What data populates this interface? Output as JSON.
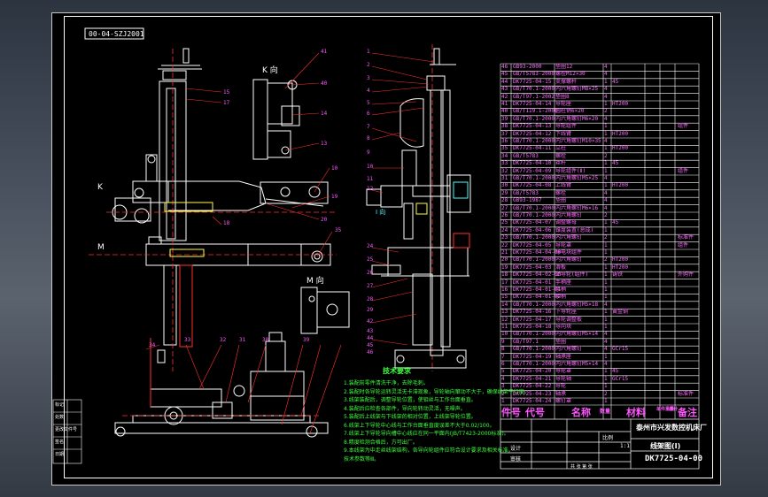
{
  "drawing": {
    "stamp": "00-04-SZJ2001",
    "company": "泰州市兴发数控机床厂",
    "drawing_title": "线架图(Ⅰ)",
    "drawing_number": "DK7725-04-00",
    "section_labels": {
      "K": "K",
      "M": "M",
      "I_view": "I 向",
      "K_view": "K 向",
      "M_view": "M 向"
    },
    "tech_title": "技术要求",
    "tech_notes": [
      "1.装配前零件清洗干净，去除毛刺。",
      "2.装配时各导轮运转灵活无卡滞现象，导轮轴向窜动不大于，确保线架平行度。",
      "3.线架装配后，调整导轮位置，使钼丝与工作台面垂直。",
      "4.装配后应检查各部件，导向轮转动灵活，无噪声。",
      "5.装配后上线架与下线架的相对位置，上线架导轮位置。",
      "6.线架上下导轮中心线与工作台面垂直度误差不大于0.02/100。",
      "7.线架上下导轮导向槽中心线应在同一平面内(JB/T7423-2000标准)。",
      "8.精度检测合格后，方可出厂。",
      "9.本线架为中走丝线架结构，各导向轮组件应符合设计要求及相关标准。",
      "   技术参数等Ⅲ。"
    ],
    "left_table": [
      "标记",
      "处数",
      "更改文件号",
      "签名",
      "日期"
    ],
    "title_block": {
      "headers": [
        "件号",
        "代号",
        "名称",
        "数量",
        "材料",
        "单件重量",
        "总计",
        "备注"
      ],
      "designer": "设计",
      "checker": "审核",
      "scale_label": "比例",
      "scale": "1:1",
      "sheet": "共 张 第 张"
    },
    "parts": [
      {
        "no": "46",
        "code": "GB93-2000",
        "name": "垫圈12",
        "qty": "4",
        "mat": "",
        "rem": ""
      },
      {
        "no": "45",
        "code": "GB/T5783-2000",
        "name": "螺栓M12×30",
        "qty": "4",
        "mat": "",
        "rem": ""
      },
      {
        "no": "44",
        "code": "DK7725-04-15",
        "name": "支撑螺杆",
        "qty": "1",
        "mat": "45",
        "rem": ""
      },
      {
        "no": "43",
        "code": "GB/T70.1-2000",
        "name": "内六角螺钉M8×25",
        "qty": "4",
        "mat": "",
        "rem": ""
      },
      {
        "no": "42",
        "code": "GB/T97.1-2002",
        "name": "垫圈8",
        "qty": "4",
        "mat": "",
        "rem": ""
      },
      {
        "no": "41",
        "code": "DK7725-04-14",
        "name": "导轮座",
        "qty": "1",
        "mat": "HT200",
        "rem": ""
      },
      {
        "no": "40",
        "code": "GB/T119.1-2000",
        "name": "圆柱销6×20",
        "qty": "2",
        "mat": "",
        "rem": ""
      },
      {
        "no": "39",
        "code": "GB/T70.1-2000",
        "name": "内六角螺钉M6×20",
        "qty": "4",
        "mat": "",
        "rem": ""
      },
      {
        "no": "38",
        "code": "DK7725-04-13",
        "name": "导轮组件",
        "qty": "1",
        "mat": "",
        "rem": "组件"
      },
      {
        "no": "37",
        "code": "DK7725-04-12",
        "name": "下线臂",
        "qty": "1",
        "mat": "HT200",
        "rem": ""
      },
      {
        "no": "36",
        "code": "GB/T70.1-2000",
        "name": "内六角螺钉M10×35",
        "qty": "4",
        "mat": "",
        "rem": ""
      },
      {
        "no": "35",
        "code": "DK7725-04-11",
        "name": "立柱",
        "qty": "1",
        "mat": "HT200",
        "rem": ""
      },
      {
        "no": "34",
        "code": "GB/T5783",
        "name": "螺栓",
        "qty": "2",
        "mat": "",
        "rem": ""
      },
      {
        "no": "33",
        "code": "DK7725-04-10",
        "name": "丝杆",
        "qty": "1",
        "mat": "45",
        "rem": ""
      },
      {
        "no": "32",
        "code": "DK7725-04-09",
        "name": "导轮组件(Ⅱ)",
        "qty": "1",
        "mat": "",
        "rem": "组件"
      },
      {
        "no": "31",
        "code": "GB/T70.1-2000",
        "name": "内六角螺钉M5×25",
        "qty": "4",
        "mat": "",
        "rem": ""
      },
      {
        "no": "30",
        "code": "DK7725-04-08",
        "name": "上线臂",
        "qty": "1",
        "mat": "HT200",
        "rem": ""
      },
      {
        "no": "29",
        "code": "GB/T5783",
        "name": "螺栓",
        "qty": "4",
        "mat": "",
        "rem": ""
      },
      {
        "no": "28",
        "code": "GB93-1987",
        "name": "垫圈",
        "qty": "4",
        "mat": "",
        "rem": ""
      },
      {
        "no": "27",
        "code": "GB/T70.1-2000",
        "name": "内六角螺钉M6×16",
        "qty": "4",
        "mat": "",
        "rem": ""
      },
      {
        "no": "26",
        "code": "GB/T70.1-2000",
        "name": "内六角螺钉",
        "qty": "2",
        "mat": "",
        "rem": ""
      },
      {
        "no": "25",
        "code": "DK7725-04-07",
        "name": "调整螺母",
        "qty": "1",
        "mat": "45",
        "rem": ""
      },
      {
        "no": "24",
        "code": "DK7725-04-06",
        "name": "锥度装置(总成)",
        "qty": "1",
        "mat": "",
        "rem": ""
      },
      {
        "no": "23",
        "code": "GB/T70.1-2000",
        "name": "内六角螺钉",
        "qty": "2",
        "mat": "",
        "rem": "标准件"
      },
      {
        "no": "22",
        "code": "DK7725-04-05",
        "name": "导轮罩",
        "qty": "1",
        "mat": "",
        "rem": "组件"
      },
      {
        "no": "21",
        "code": "DK7725-04-04-00",
        "name": "导电块组件",
        "qty": "1",
        "mat": "",
        "rem": ""
      },
      {
        "no": "20",
        "code": "GB/T70.1-2000",
        "name": "内六角螺钉",
        "qty": "2",
        "mat": "HT200",
        "rem": ""
      },
      {
        "no": "19",
        "code": "DK7725-04-03",
        "name": "滑板",
        "qty": "1",
        "mat": "HT200",
        "rem": ""
      },
      {
        "no": "18",
        "code": "DK7725-04-02-00",
        "name": "上导轮(组件)",
        "qty": "1",
        "mat": "铸铁",
        "rem": "外购件"
      },
      {
        "no": "17",
        "code": "DK7725-04-01",
        "name": "手柄座",
        "qty": "1",
        "mat": "",
        "rem": ""
      },
      {
        "no": "16",
        "code": "DK7725-04-01-01",
        "name": "手柄",
        "qty": "1",
        "mat": "",
        "rem": ""
      },
      {
        "no": "15",
        "code": "DK7725-04-01-02",
        "name": "手柄",
        "qty": "1",
        "mat": "",
        "rem": ""
      },
      {
        "no": "14",
        "code": "GB/T70.1-2000",
        "name": "内六角螺钉M5×18",
        "qty": "4",
        "mat": "",
        "rem": ""
      },
      {
        "no": "13",
        "code": "DK7725-04-16",
        "name": "下导轮座",
        "qty": "1",
        "mat": "黄金钢",
        "rem": ""
      },
      {
        "no": "12",
        "code": "DK7725-04-17",
        "name": "导轮调整板",
        "qty": "1",
        "mat": "",
        "rem": ""
      },
      {
        "no": "11",
        "code": "DK7725-04-18",
        "name": "导向块",
        "qty": "1",
        "mat": "",
        "rem": ""
      },
      {
        "no": "10",
        "code": "GB/T70.1-2000",
        "name": "内六角螺钉M5×14",
        "qty": "4",
        "mat": "",
        "rem": ""
      },
      {
        "no": "9",
        "code": "GB/T97.1",
        "name": "垫圈",
        "qty": "4",
        "mat": "",
        "rem": ""
      },
      {
        "no": "8",
        "code": "GB/T70.1-2000",
        "name": "内六角螺钉",
        "qty": "4",
        "mat": "GCr15",
        "rem": ""
      },
      {
        "no": "7",
        "code": "DK7725-04-19",
        "name": "轴承座",
        "qty": "1",
        "mat": "",
        "rem": ""
      },
      {
        "no": "6",
        "code": "GB/T70.1-2000",
        "name": "内六角螺钉M5×14",
        "qty": "4",
        "mat": "",
        "rem": ""
      },
      {
        "no": "5",
        "code": "DK7725-04-20",
        "name": "导轮罩",
        "qty": "1",
        "mat": "45",
        "rem": ""
      },
      {
        "no": "4",
        "code": "DK7725-04-21",
        "name": "导轮轴",
        "qty": "1",
        "mat": "GCr15",
        "rem": ""
      },
      {
        "no": "3",
        "code": "DK7725-04-22",
        "name": "导轮",
        "qty": "1",
        "mat": "",
        "rem": ""
      },
      {
        "no": "2",
        "code": "DK7725-04-23",
        "name": "轴承",
        "qty": "2",
        "mat": "",
        "rem": "标准件"
      },
      {
        "no": "1",
        "code": "DK7725-04-24",
        "name": "螺钉罩",
        "qty": "1",
        "mat": "",
        "rem": ""
      }
    ],
    "balloons_left": [
      "15",
      "17",
      "18",
      "41",
      "40",
      "14",
      "13",
      "10",
      "19",
      "20",
      "35",
      "34",
      "33",
      "32",
      "31",
      "30",
      "39"
    ],
    "balloons_right": [
      "1",
      "2",
      "3",
      "4",
      "5",
      "6",
      "7",
      "8",
      "9",
      "10",
      "11",
      "12",
      "24",
      "25",
      "26",
      "27",
      "28",
      "29",
      "42",
      "43",
      "44",
      "45",
      "46"
    ]
  },
  "colors": {
    "line": "#ffffff",
    "dim": "#ff3030",
    "magenta": "#ff55ff",
    "green": "#3cff3c",
    "yellow": "#ffff44",
    "cyan": "#44ffff",
    "bg": "#000000"
  }
}
